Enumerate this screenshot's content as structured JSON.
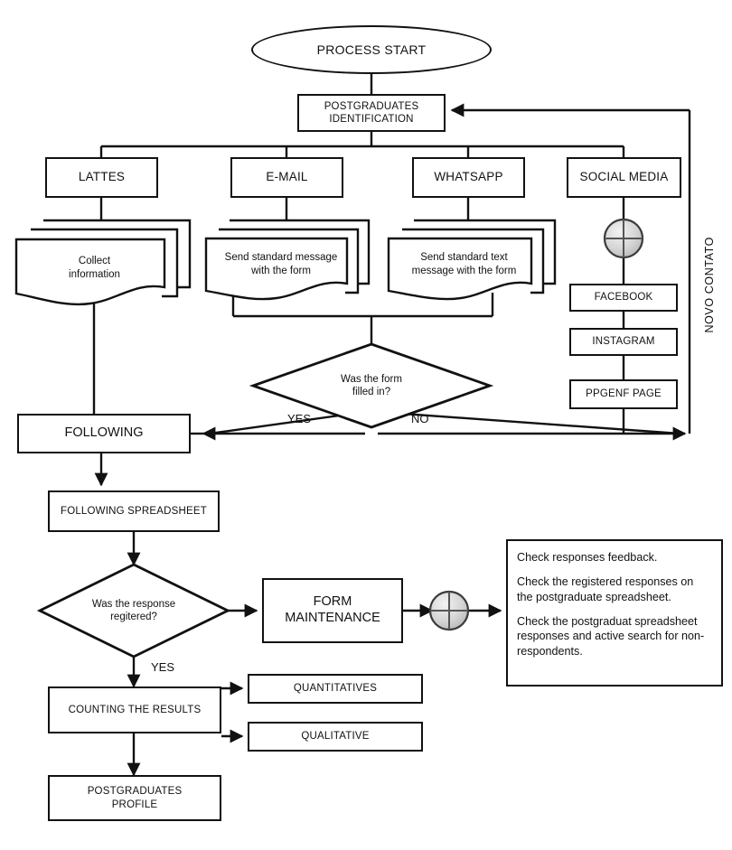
{
  "diagram": {
    "title": "Postgraduate follow-up process flowchart",
    "stroke_color": "#111111",
    "fill_color": "#ffffff",
    "connector_fill": "#c9c9c9"
  },
  "nodes": {
    "start": {
      "label": "PROCESS START",
      "shape": "ellipse"
    },
    "identification": {
      "line1": "POSTGRADUATES",
      "line2": "IDENTIFICATION",
      "shape": "process"
    },
    "channels": [
      {
        "label": "LATTES",
        "shape": "process"
      },
      {
        "label": "E-MAIL",
        "shape": "process"
      },
      {
        "label": "WHATSAPP",
        "shape": "process"
      },
      {
        "label": "SOCIAL MEDIA",
        "shape": "process"
      }
    ],
    "documents": [
      {
        "line1": "Collect",
        "line2": "information",
        "shape": "multi-document"
      },
      {
        "line1": "Send standard message",
        "line2": "with the form",
        "shape": "multi-document"
      },
      {
        "line1": "Send standard text",
        "line2": "message with the form",
        "shape": "multi-document"
      }
    ],
    "social_media_children": [
      {
        "label": "FACEBOOK",
        "shape": "process"
      },
      {
        "label": "INSTAGRAM",
        "shape": "process"
      },
      {
        "label": "PPGENF PAGE",
        "shape": "process"
      }
    ],
    "decision_form": {
      "line1": "Was the form",
      "line2": "filled in?",
      "yes_label": "YES",
      "no_label": "NO",
      "shape": "decision"
    },
    "following": {
      "label": "FOLLOWING",
      "shape": "process"
    },
    "following_spreadsheet": {
      "label": "FOLLOWING SPREADSHEET",
      "shape": "process"
    },
    "decision_response": {
      "line1": "Was the response",
      "line2": "regitered?",
      "yes_label": "YES",
      "shape": "decision"
    },
    "form_maintenance": {
      "line1": "FORM",
      "line2": "MAINTENANCE",
      "shape": "process"
    },
    "counting": {
      "label": "COUNTING THE RESULTS",
      "shape": "process"
    },
    "quantitatives": {
      "label": "QUANTITATIVES",
      "shape": "process"
    },
    "qualitative": {
      "label": "QUALITATIVE",
      "shape": "process"
    },
    "profile": {
      "line1": "POSTGRADUATES",
      "line2": "PROFILE",
      "shape": "process"
    }
  },
  "notes": {
    "line1": "Check responses feedback.",
    "line2": "Check the registered responses on the postgraduate spreadsheet.",
    "line3": "Check the postgraduat spreadsheet responses and active search for non-respondents."
  },
  "labels": {
    "novo_contato": "NOVO CONTATO"
  },
  "connectors": [
    {
      "name": "social-media-junction",
      "shape": "circle-cross"
    },
    {
      "name": "form-maintenance-junction",
      "shape": "circle-cross"
    }
  ]
}
